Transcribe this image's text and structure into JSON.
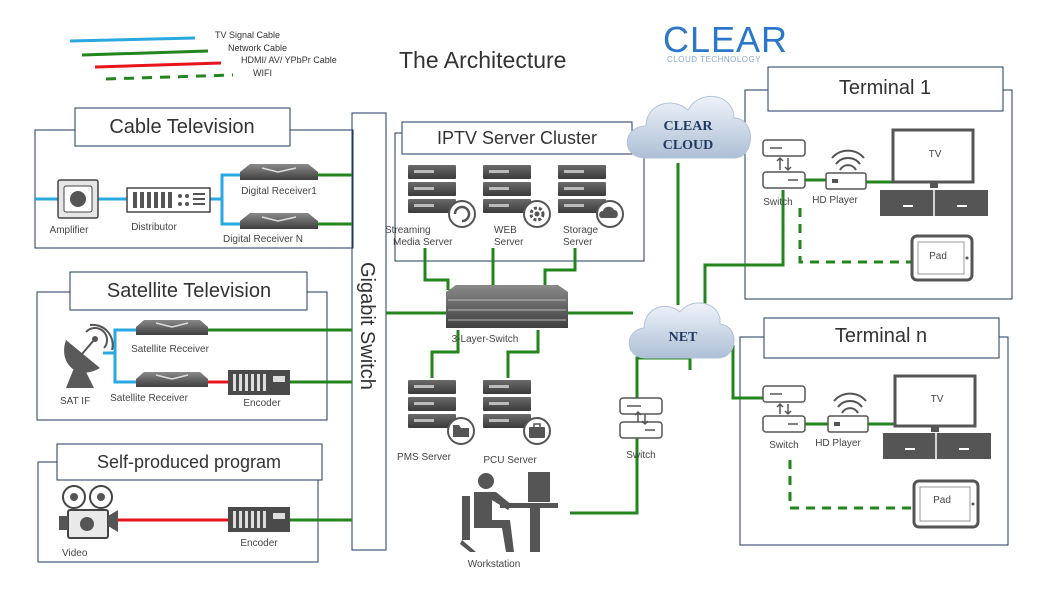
{
  "diagram": {
    "title": "The Architecture",
    "logo": {
      "name": "CLEAR",
      "tagline": "CLOUD TECHNOLOGY"
    },
    "legend": [
      {
        "label": "TV Signal Cable",
        "color": "#29a9e0",
        "style": "solid"
      },
      {
        "label": "Network Cable",
        "color": "#23851e",
        "style": "solid"
      },
      {
        "label": "HDMI/ AV/ YPbPr Cable",
        "color": "#e8141b",
        "style": "solid"
      },
      {
        "label": "WIFI",
        "color": "#23851e",
        "style": "dashed"
      }
    ],
    "colors": {
      "tv_signal": "#29a9e0",
      "network": "#23851e",
      "hdmi": "#e8141b",
      "box_border": "#1f3a5f",
      "icon": "#555555"
    },
    "sections": {
      "cable_tv": "Cable Television",
      "satellite_tv": "Satellite Television",
      "self_produced": "Self-produced program",
      "iptv_cluster": "IPTV Server Cluster",
      "terminal_1": "Terminal 1",
      "terminal_n": "Terminal n"
    },
    "gigabit_switch": "Gigabit Switch",
    "clouds": {
      "clear_line1": "CLEAR",
      "clear_line2": "CLOUD",
      "net": "NET"
    },
    "labels": {
      "amplifier": "Amplifier",
      "distributor": "Distributor",
      "digital_receiver_1": "Digital Receiver1",
      "digital_receiver_n": "Digital Receiver N",
      "satellite_receiver_1": "Satellite Receiver",
      "satellite_receiver_2": "Satellite Receiver",
      "sat_if": "SAT IF",
      "encoder_sat": "Encoder",
      "video": "Video",
      "encoder_video": "Encoder",
      "streaming_line1": "Streaming",
      "streaming_line2": "Media Server",
      "web_line1": "WEB",
      "web_line2": "Server",
      "storage_line1": "Storage",
      "storage_line2": "Server",
      "layer3_switch": "3-Layer-Switch",
      "pms_server": "PMS Server",
      "pcu_server": "PCU Server",
      "workstation": "Workstation",
      "switch_mid": "Switch",
      "t1_switch": "Switch",
      "t1_hd_player": "HD Player",
      "t1_tv": "TV",
      "t1_pad": "Pad",
      "tn_switch": "Switch",
      "tn_hd_player": "HD Player",
      "tn_tv": "TV",
      "tn_pad": "Pad"
    }
  }
}
